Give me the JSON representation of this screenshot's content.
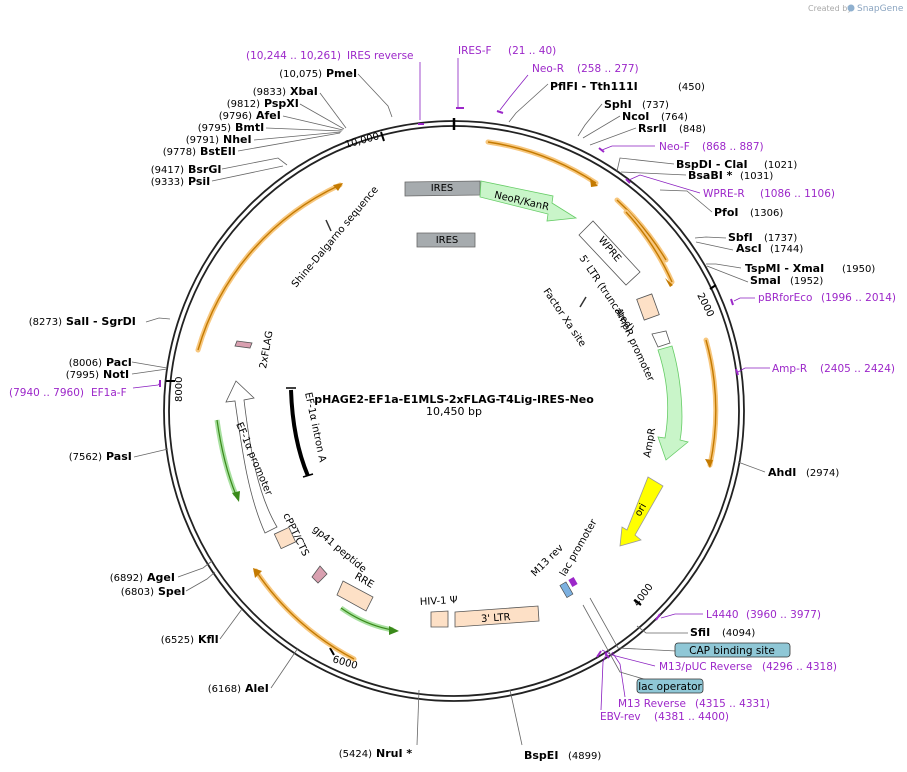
{
  "credit": {
    "created_by": "Created by",
    "brand": "SnapGene"
  },
  "plasmid": {
    "name": "pHAGE2-EF1a-E1MLS-2xFLAG-T4Lig-IRES-Neo",
    "length": "10,450 bp"
  },
  "ticks": [
    "10,000",
    "2000",
    "4000",
    "6000",
    "8000"
  ],
  "enzymes": [
    {
      "name": "PmeI",
      "pos": "(10,075)"
    },
    {
      "name": "XbaI",
      "pos": "(9833)"
    },
    {
      "name": "PspXI",
      "pos": "(9812)"
    },
    {
      "name": "AfeI",
      "pos": "(9796)"
    },
    {
      "name": "BmtI",
      "pos": "(9795)"
    },
    {
      "name": "NheI",
      "pos": "(9791)"
    },
    {
      "name": "BstEII",
      "pos": "(9778)"
    },
    {
      "name": "BsrGI",
      "pos": "(9417)"
    },
    {
      "name": "PsiI",
      "pos": "(9333)"
    },
    {
      "name": "SalI - SgrDI",
      "pos": "(8273)"
    },
    {
      "name": "PacI",
      "pos": "(8006)"
    },
    {
      "name": "NotI",
      "pos": "(7995)"
    },
    {
      "name": "PasI",
      "pos": "(7562)"
    },
    {
      "name": "AgeI",
      "pos": "(6892)"
    },
    {
      "name": "SpeI",
      "pos": "(6803)"
    },
    {
      "name": "KflI",
      "pos": "(6525)"
    },
    {
      "name": "AleI",
      "pos": "(6168)"
    },
    {
      "name": "NruI *",
      "pos": "(5424)"
    },
    {
      "name": "BspEI",
      "pos": "(4899)"
    },
    {
      "name": "PflFI - Tth111I",
      "pos": "(450)"
    },
    {
      "name": "SphI",
      "pos": "(737)"
    },
    {
      "name": "NcoI",
      "pos": "(764)"
    },
    {
      "name": "RsrII",
      "pos": "(848)"
    },
    {
      "name": "BspDI - ClaI",
      "pos": "(1021)"
    },
    {
      "name": "BsaBI *",
      "pos": "(1031)"
    },
    {
      "name": "PfoI",
      "pos": "(1306)"
    },
    {
      "name": "SbfI",
      "pos": "(1737)"
    },
    {
      "name": "AscI",
      "pos": "(1744)"
    },
    {
      "name": "TspMI - XmaI",
      "pos": "(1950)"
    },
    {
      "name": "SmaI",
      "pos": "(1952)"
    },
    {
      "name": "AhdI",
      "pos": "(2974)"
    },
    {
      "name": "SfiI",
      "pos": "(4094)"
    }
  ],
  "primers": [
    {
      "name": "IRES reverse",
      "pos": "(10,244 .. 10,261)"
    },
    {
      "name": "IRES-F",
      "pos": "(21 .. 40)"
    },
    {
      "name": "Neo-R",
      "pos": "(258 .. 277)"
    },
    {
      "name": "Neo-F",
      "pos": "(868 .. 887)"
    },
    {
      "name": "WPRE-R",
      "pos": "(1086 .. 1106)"
    },
    {
      "name": "pBRforEco",
      "pos": "(1996 .. 2014)"
    },
    {
      "name": "Amp-R",
      "pos": "(2405 .. 2424)"
    },
    {
      "name": "L4440",
      "pos": "(3960 .. 3977)"
    },
    {
      "name": "M13/pUC Reverse",
      "pos": "(4296 .. 4318)"
    },
    {
      "name": "M13 Reverse",
      "pos": "(4315 .. 4331)"
    },
    {
      "name": "EBV-rev",
      "pos": "(4381 .. 4400)"
    },
    {
      "name": "EF1a-F",
      "pos": "(7940 .. 7960)"
    }
  ],
  "boxed": [
    "CAP binding site",
    "lac operator"
  ],
  "features": {
    "ires": "IRES",
    "ires2": "IRES",
    "neo": "NeoR/KanR",
    "wpre": "WPRE",
    "ltr5": "5' LTR (truncated)",
    "factorxa": "Factor Xa site",
    "amppromoter": "AmpR promoter",
    "ampr": "AmpR",
    "ori": "ori",
    "m13rev": "M13 rev",
    "lacpromoter": "lac promoter",
    "ltr3": "3' LTR",
    "hiv": "HIV-1 Ψ",
    "rre": "RRE",
    "gp41": "gp41 peptide",
    "cppt": "cPPT/CTS",
    "ef1apromoter": "EF-1α promoter",
    "intron": "EF-1α intron A",
    "flag": "2xFLAG",
    "shine": "Shine-Dalgarno sequence"
  },
  "colors": {
    "primer": "#9c27c9",
    "orf_outline": "#c47a00",
    "neo": "#c9f5c9",
    "ori": "#ffff00",
    "ltr": "#fde0c6",
    "boxed": "#8fc7d6"
  }
}
